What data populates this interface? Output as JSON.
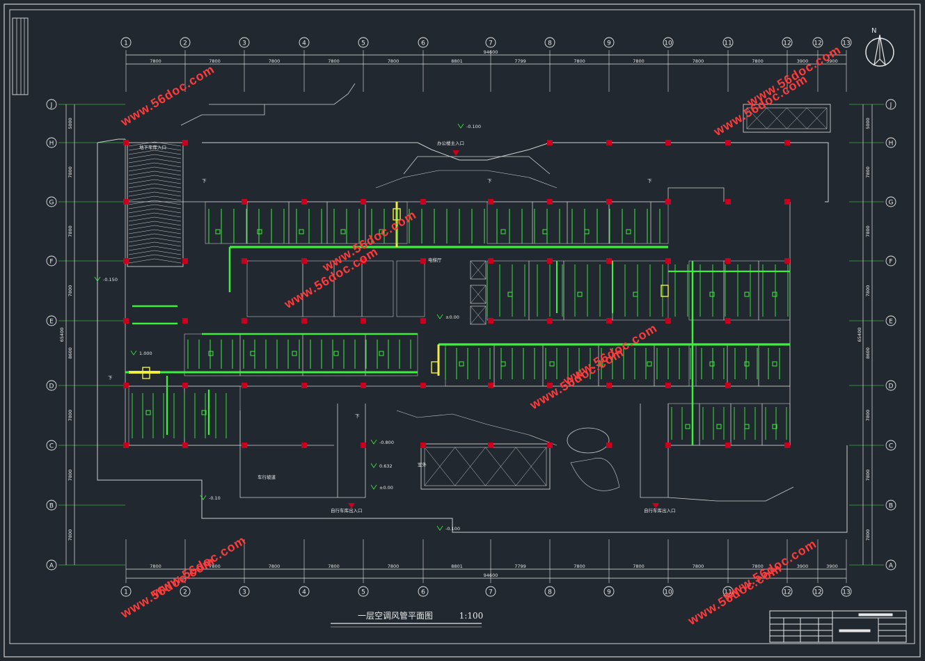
{
  "drawing": {
    "title": "一层空调风管平面图",
    "scale": "1:100",
    "total_dimension_top": "94600",
    "total_dimension_bottom": "94600",
    "total_dimension_left": "65400",
    "total_dimension_right": "65400",
    "north_label": "N",
    "column_labels": [
      "1",
      "2",
      "3",
      "4",
      "5",
      "6",
      "7",
      "8",
      "9",
      "10",
      "11",
      "12",
      "12",
      "13"
    ],
    "column_spacings": [
      "7800",
      "7800",
      "7800",
      "7800",
      "7800",
      "8801",
      "7799",
      "7800",
      "7800",
      "7800",
      "7800",
      "3900",
      "3900"
    ],
    "row_labels": [
      "J",
      "H",
      "G",
      "F",
      "E",
      "D",
      "C",
      "B",
      "A"
    ],
    "row_spacings": [
      "5000",
      "7800",
      "7800",
      "7800",
      "8600",
      "7800",
      "7800",
      "7800"
    ],
    "levels": [
      "-0.100",
      "-0.150",
      "±0.00",
      "-0.10",
      "-0.100",
      "-0.800",
      "0.632",
      "±0.00",
      "1.000"
    ],
    "labels": {
      "main_entrance": "办公楼主入口",
      "parking_entrance_left": "自行车库出入口",
      "parking_entrance_right": "自行车库出入口",
      "stair_note": "下",
      "hall": "电梯厅",
      "area_label_1": "车行坡道",
      "area_label_2": "室外",
      "area_label_3": "地下车库入口"
    }
  },
  "watermark": {
    "text": "www.56doc.com",
    "color": "#ff3b3b"
  },
  "colors": {
    "background": "#212830",
    "grid_line": "#e6e6e6",
    "duct": "#3cf03c",
    "duct_alt": "#f0f03c",
    "column": "#c8001e",
    "wall": "#cfcfcf"
  }
}
